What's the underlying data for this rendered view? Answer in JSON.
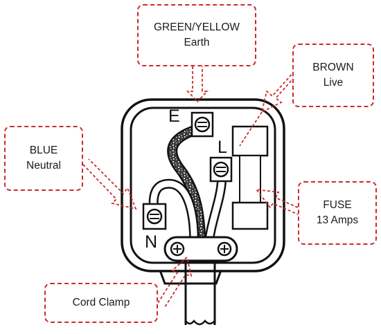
{
  "diagram": {
    "labels": {
      "earth": {
        "colour": "GREEN/YELLOW",
        "name": "Earth"
      },
      "live": {
        "colour": "BROWN",
        "name": "Live"
      },
      "neutral": {
        "colour": "BLUE",
        "name": "Neutral"
      },
      "fuse": {
        "name": "FUSE",
        "rating": "13 Amps"
      },
      "clamp": {
        "name": "Cord Clamp"
      }
    },
    "terminal_letters": {
      "earth": "E",
      "live": "L",
      "neutral": "N"
    },
    "colors": {
      "callout_border": "#cc2a2a",
      "outline": "#111111",
      "plug_body": "#ffffff"
    }
  }
}
